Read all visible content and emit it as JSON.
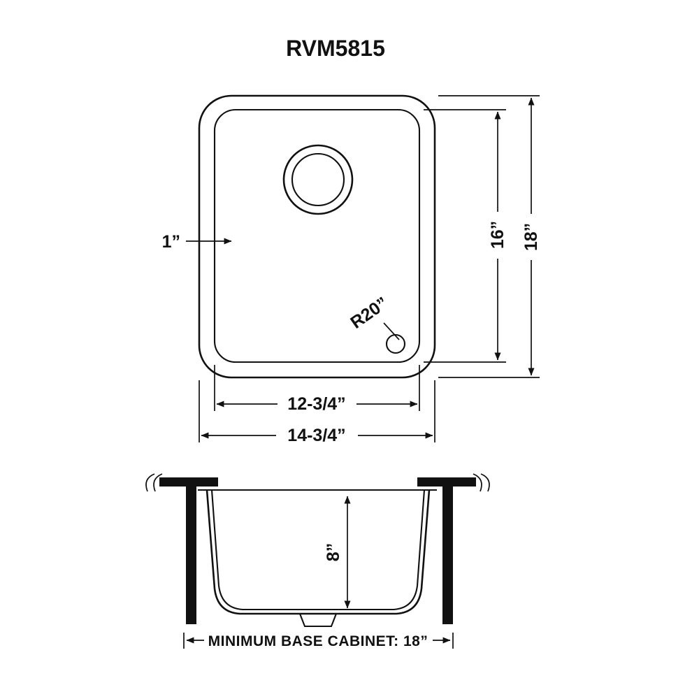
{
  "title": "RVM5815",
  "top_view": {
    "wall_thickness_label": "1”",
    "inner_height_label": "16”",
    "outer_height_label": "18”",
    "corner_radius_label": "R20”",
    "inner_width_label": "12-3/4”",
    "outer_width_label": "14-3/4”"
  },
  "side_view": {
    "depth_label": "8”",
    "min_base_cabinet_label": "MINIMUM BASE CABINET: 18”"
  },
  "colors": {
    "line": "#111111",
    "background": "#ffffff"
  }
}
